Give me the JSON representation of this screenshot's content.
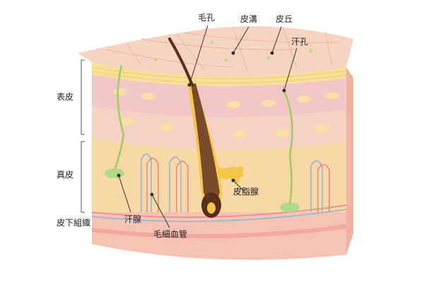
{
  "labels": {
    "hair_pore": "毛孔",
    "skin_groove": "皮溝",
    "skin_ridge": "皮丘",
    "sweat_pore": "汗孔",
    "epidermis": "表皮",
    "dermis": "真皮",
    "subcutaneous": "皮下組織",
    "sweat_gland": "汗腺",
    "capillary": "毛細血管",
    "sebaceous_gland": "皮脂腺"
  },
  "colors": {
    "surface_top": "#f6d3c4",
    "epidermis_pink": "#f4c9c9",
    "epidermis_yellow": "#f7e3a6",
    "dermis": "#f8d9a0",
    "subcutaneous": "#f3b5a8",
    "hair": "#6b3a1f",
    "gland": "#9ccf63",
    "vessel_red": "#e8898a",
    "vessel_blue": "#8fb7e0",
    "leader_line": "#333333"
  }
}
